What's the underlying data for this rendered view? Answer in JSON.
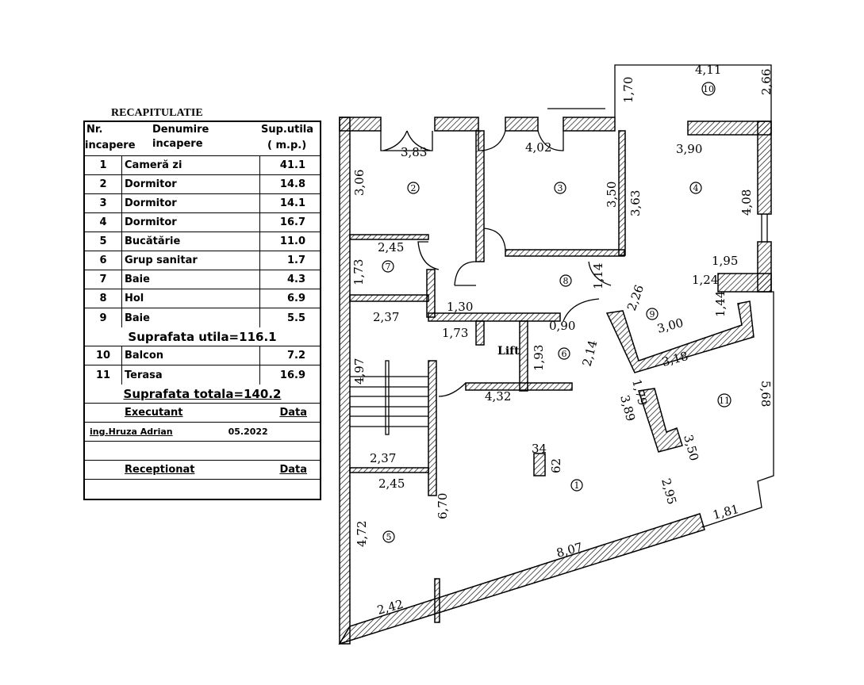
{
  "summary": {
    "title": "RECAPITULATIE",
    "headers": {
      "nr_1": "Nr.",
      "nr_2": "incapere",
      "name_1": "Denumire",
      "name_2": "incapere",
      "area_1": "Sup.utila",
      "area_2": "( m.p.)"
    },
    "rooms": [
      {
        "nr": "1",
        "name": "Cameră zi",
        "area": "41.1"
      },
      {
        "nr": "2",
        "name": "Dormitor",
        "area": "14.8"
      },
      {
        "nr": "3",
        "name": "Dormitor",
        "area": "14.1"
      },
      {
        "nr": "4",
        "name": "Dormitor",
        "area": "16.7"
      },
      {
        "nr": "5",
        "name": "Bucătărie",
        "area": "11.0"
      },
      {
        "nr": "6",
        "name": "Grup sanitar",
        "area": "1.7"
      },
      {
        "nr": "7",
        "name": "Baie",
        "area": "4.3"
      },
      {
        "nr": "8",
        "name": "Hol",
        "area": "6.9"
      },
      {
        "nr": "9",
        "name": "Baie",
        "area": "5.5"
      }
    ],
    "useful_area": "Suprafata utila=116.1",
    "extra_rooms": [
      {
        "nr": "10",
        "name": "Balcon",
        "area": "7.2"
      },
      {
        "nr": "11",
        "name": "Terasa",
        "area": "16.9"
      }
    ],
    "total_area": "Suprafata totala=140.2",
    "executant_label": "Executant",
    "date_label": "Data",
    "executant_name": "ing.Hruza  Adrian",
    "executant_date": "05.2022",
    "receptionat_label": "Receptionat",
    "receptionat_date_label": "Data"
  },
  "plan": {
    "room_numbers": [
      "1",
      "2",
      "3",
      "4",
      "5",
      "6",
      "7",
      "8",
      "9",
      "10",
      "11"
    ],
    "lift_label": "Lift",
    "dims": [
      "4,11",
      "1,70",
      "2,66",
      "3,83",
      "4,02",
      "3,90",
      "3,06",
      "3,50",
      "3,63",
      "4,08",
      "2,45",
      "1,73",
      "1,95",
      "1,14",
      "1,24",
      "1,44",
      "2,26",
      "1,30",
      "2,37",
      "1,73",
      "0,90",
      "1,93",
      "2,14",
      "3,00",
      "3,18",
      "4,97",
      "4,32",
      "5,68",
      "1,79",
      "3,89",
      "3,50",
      "34",
      "62",
      "2,37",
      "2,45",
      "6,70",
      "2,95",
      "1,81",
      "4,72",
      "8,07",
      "2,42"
    ]
  }
}
